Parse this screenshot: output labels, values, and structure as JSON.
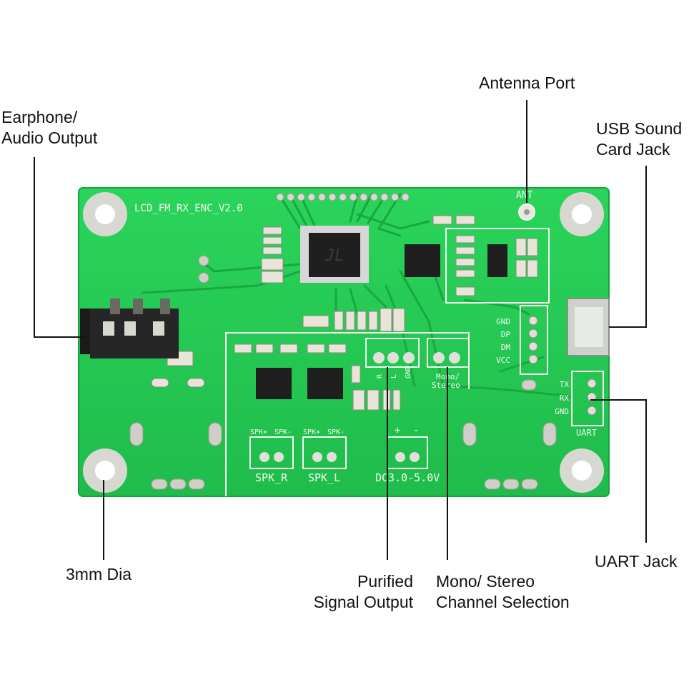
{
  "callouts": {
    "earphone": [
      "Earphone/",
      "Audio Output"
    ],
    "antenna": [
      "Antenna Port"
    ],
    "usb": [
      "USB Sound",
      "Card Jack"
    ],
    "dia": [
      "3mm Dia"
    ],
    "purified": [
      "Purified",
      "Signal Output"
    ],
    "mono": [
      "Mono/ Stereo",
      "Channel Selection"
    ],
    "uart": [
      "UART Jack"
    ]
  },
  "board": {
    "model": "LCD_FM_RX_ENC_V2.0",
    "ant": "ANT",
    "usb_pins": [
      "GND",
      "DP",
      "DM",
      "VCC"
    ],
    "uart_pins": [
      "TX",
      "RX",
      "GND"
    ],
    "uart_label": "UART",
    "spk_r": "SPK_R",
    "spk_l": "SPK_L",
    "spk_pins": [
      "SPK+",
      "SPK-"
    ],
    "power_pins": [
      "+",
      "-"
    ],
    "dc": "DC3.0-5.0V",
    "out_pins": [
      "R",
      "L",
      "GND"
    ],
    "mono_stereo": [
      "Mono/",
      "Stereo"
    ]
  },
  "colors": {
    "pcb": "#22c24f",
    "pcb_dark": "#1a9c3e",
    "silk": "#f4f9f1",
    "chip": "#222222",
    "pad": "#d9d9d9",
    "leader": "#111111"
  }
}
